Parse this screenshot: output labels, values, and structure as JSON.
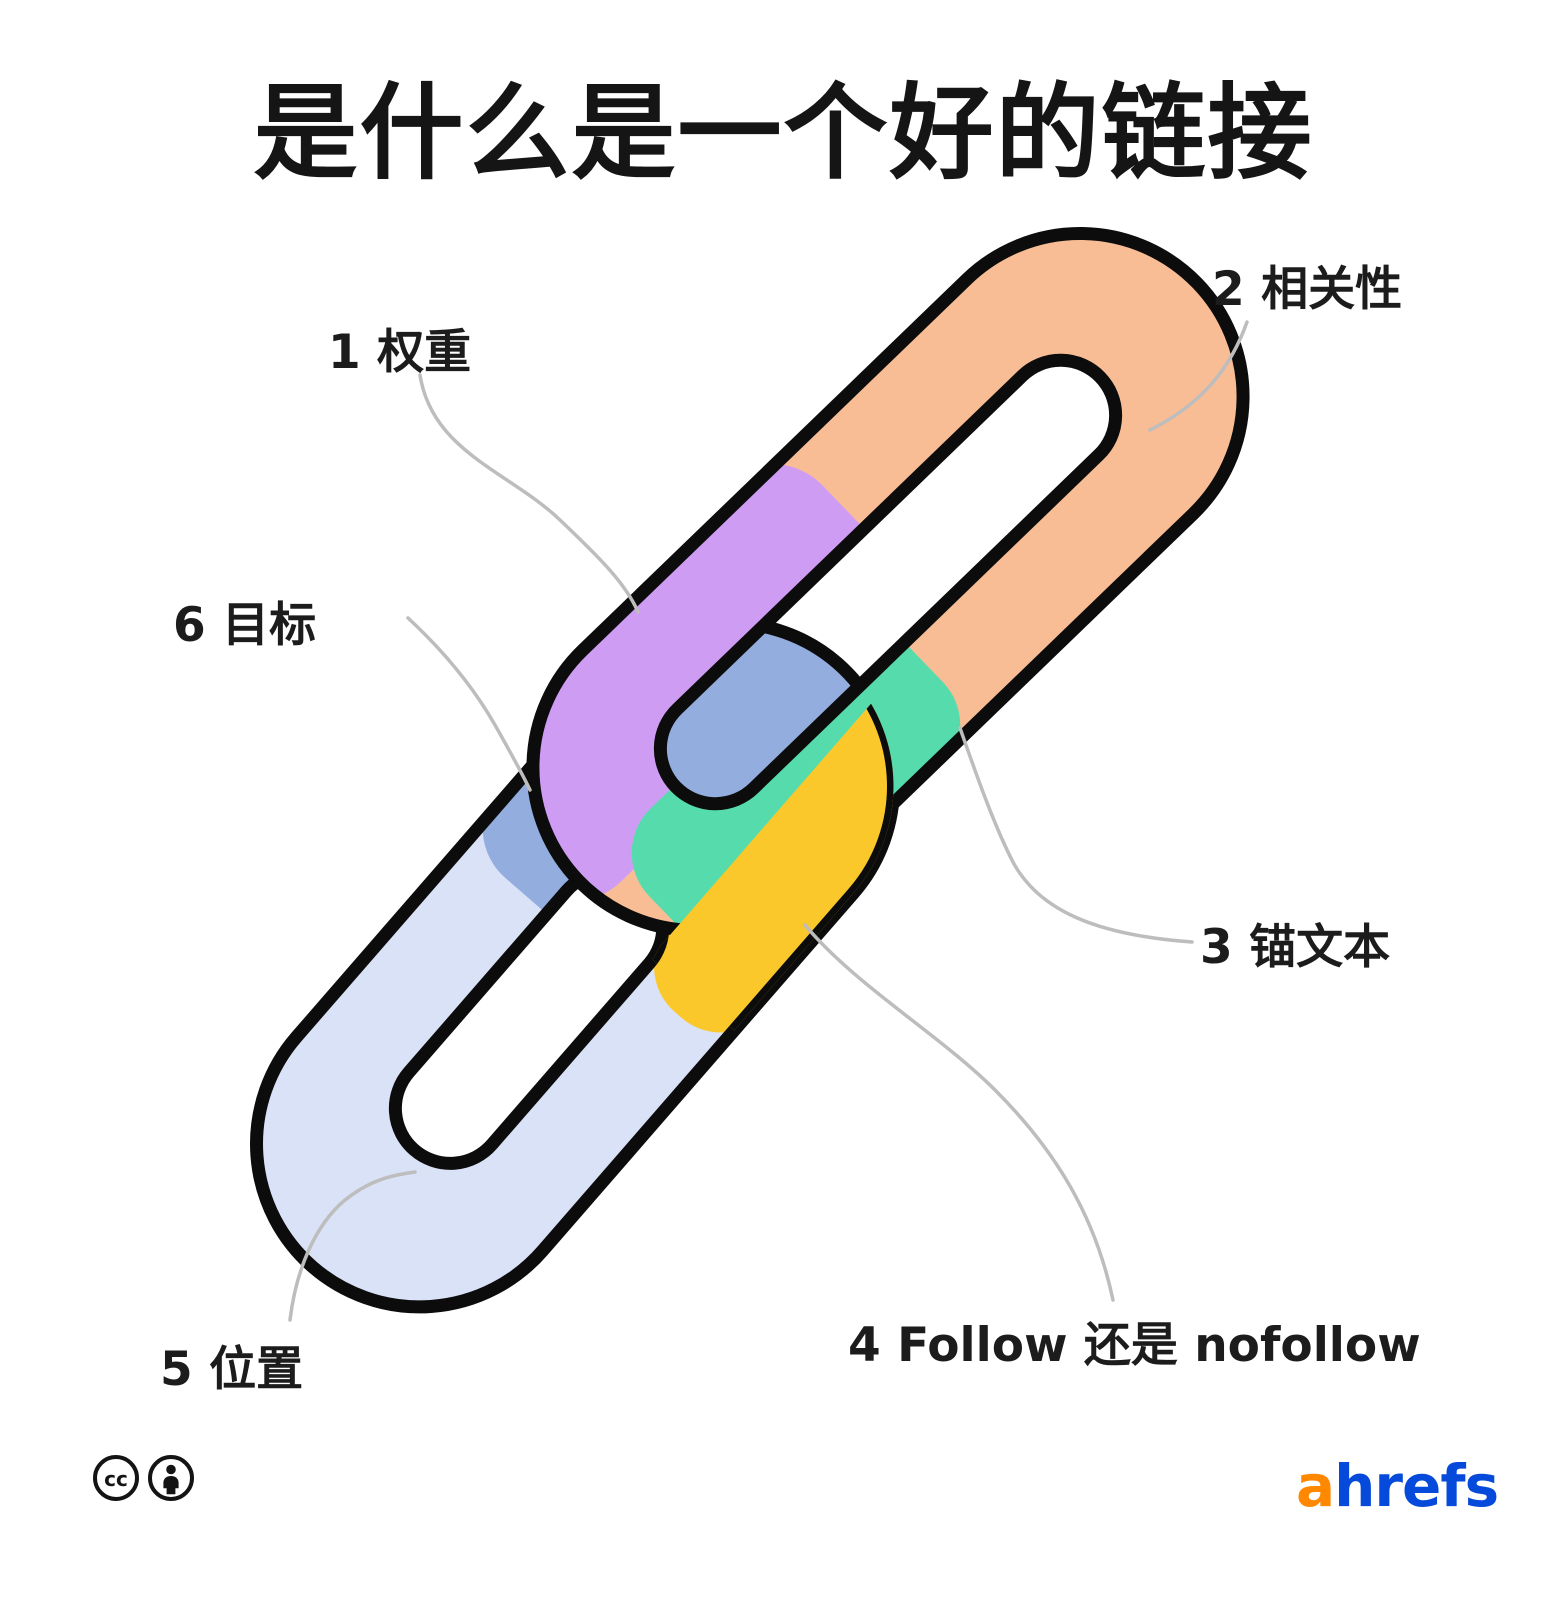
{
  "title": "是什么是一个好的链接",
  "labels": {
    "weight": "1 权重",
    "relevance": "2 相关性",
    "anchor": "3 锚文本",
    "follow": "4 Follow 还是 nofollow",
    "placement": "5 位置",
    "destination": "6 目标"
  },
  "diagram": {
    "type": "interlocked-chain-links",
    "links": [
      {
        "id": "top-link",
        "base_color": "#F8BD95",
        "segments": [
          {
            "number": 1,
            "label": "1 权重",
            "color": "#CF9CF3"
          },
          {
            "number": 2,
            "label": "2 相关性",
            "color": "#F8BD95"
          },
          {
            "number": 3,
            "label": "3 锚文本",
            "color": "#56DCAC"
          }
        ]
      },
      {
        "id": "bottom-link",
        "base_color": "#DAE2F7",
        "segments": [
          {
            "number": 4,
            "label": "4 Follow 还是 nofollow",
            "color": "#FAC82B"
          },
          {
            "number": 5,
            "label": "5 位置",
            "color": "#DAE2F7"
          },
          {
            "number": 6,
            "label": "6 目标",
            "color": "#93AEDE"
          }
        ]
      }
    ]
  },
  "colors": {
    "relevance_peach": "#F8BD95",
    "weight_purple": "#CF9CF3",
    "destination_blue": "#93AEDE",
    "placement_periwinkle": "#DAE2F7",
    "follow_yellow": "#FAC82B",
    "anchor_green": "#56DCAC",
    "outline_black": "#0C0C0C",
    "pointer_gray": "#BDBDBD",
    "brand_orange": "#FF8800",
    "brand_blue": "#054ADA",
    "text": "#1C1C1C"
  },
  "footer": {
    "cc_text": "cc",
    "brand_a": "a",
    "brand_rest": "hrefs"
  }
}
